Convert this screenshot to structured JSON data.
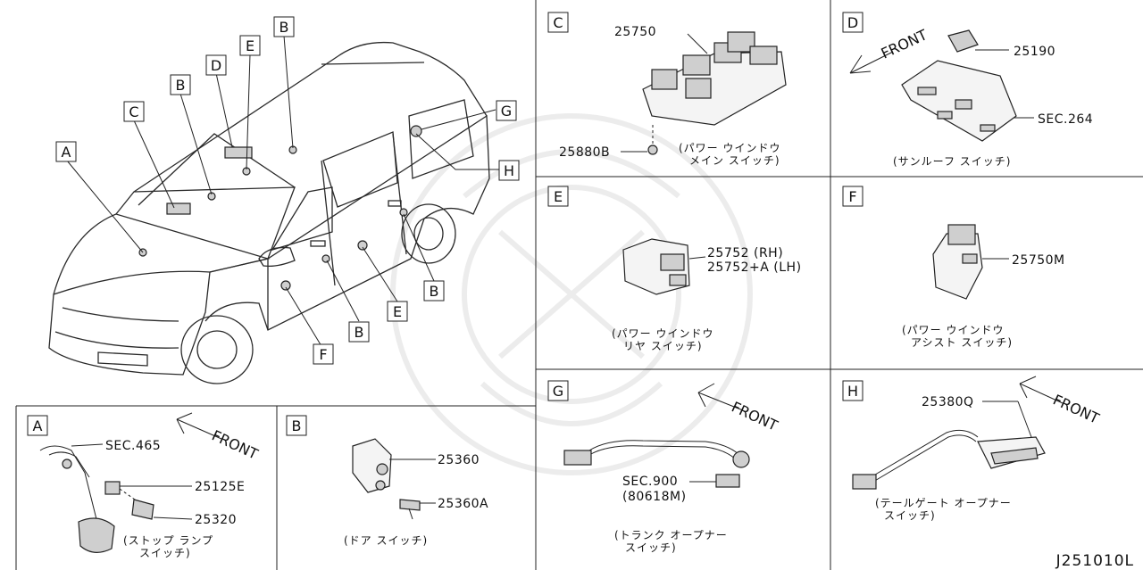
{
  "drawing_code": "J251010L",
  "overview": {
    "callouts": [
      "A",
      "B",
      "C",
      "D",
      "E",
      "B",
      "G",
      "H",
      "B",
      "E",
      "B",
      "F"
    ]
  },
  "panels": {
    "A": {
      "label": "A",
      "parts": {
        "sec465": "SEC.465",
        "p25125e": "25125E",
        "p25320": "25320"
      },
      "front": "FRONT",
      "caption": [
        "(ストップ ランプ",
        "スイッチ)"
      ]
    },
    "B": {
      "label": "B",
      "parts": {
        "p25360": "25360",
        "p25360a": "25360A"
      },
      "caption": [
        "(ドア スイッチ)"
      ]
    },
    "C": {
      "label": "C",
      "parts": {
        "p25750": "25750",
        "p25880b": "25880B"
      },
      "caption": [
        "(パワー ウインドウ",
        "メイン スイッチ)"
      ]
    },
    "D": {
      "label": "D",
      "parts": {
        "p25190": "25190",
        "sec264": "SEC.264"
      },
      "front": "FRONT",
      "caption": [
        "(サンルーフ スイッチ)"
      ]
    },
    "E": {
      "label": "E",
      "parts": {
        "rh": "25752 (RH)",
        "lh": "25752+A (LH)"
      },
      "caption": [
        "(パワー ウインドウ",
        "リヤ スイッチ)"
      ]
    },
    "F": {
      "label": "F",
      "parts": {
        "p25750m": "25750M"
      },
      "caption": [
        "(パワー ウインドウ",
        "アシスト スイッチ)"
      ]
    },
    "G": {
      "label": "G",
      "parts": {
        "sec900": "SEC.900",
        "p80618m": "(80618M)"
      },
      "front": "FRONT",
      "caption": [
        "(トランク オープナー",
        "スイッチ)"
      ]
    },
    "H": {
      "label": "H",
      "parts": {
        "p25380q": "25380Q"
      },
      "front": "FRONT",
      "caption": [
        "(テールゲート オープナー",
        "スイッチ)"
      ]
    }
  }
}
